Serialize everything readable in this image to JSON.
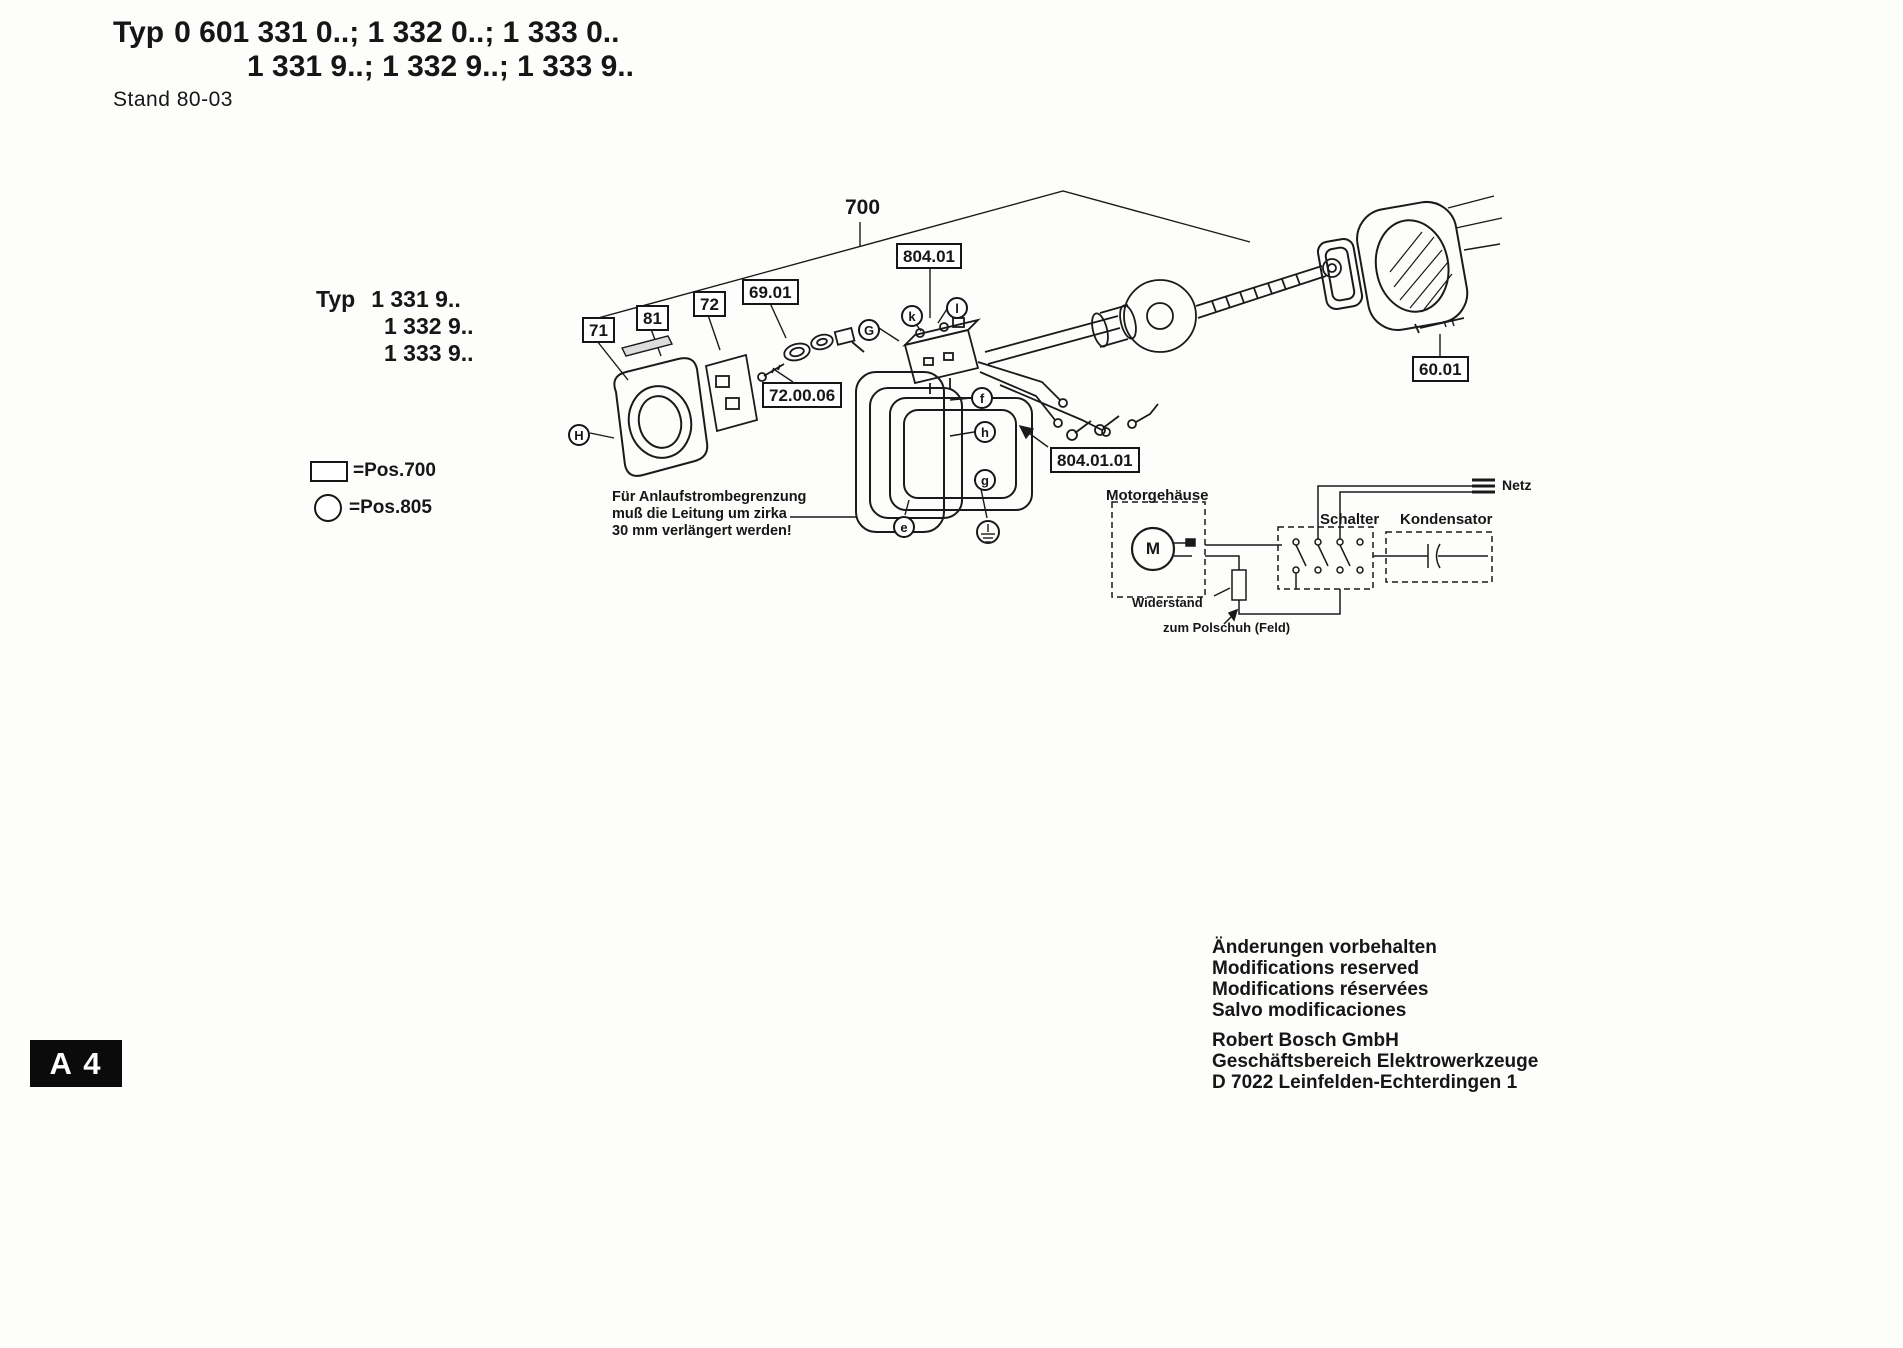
{
  "header": {
    "typ_label": "Typ",
    "line1": "0 601 331 0..;  1 332 0..;  1 333 0..",
    "line2": "1 331 9..;  1 332 9..;  1 333 9..",
    "stand": "Stand 80-03"
  },
  "variant_block": {
    "label": "Typ",
    "lines": [
      "1 331 9..",
      "1 332 9..",
      "1 333 9.."
    ]
  },
  "legend": {
    "rect": "=Pos.700",
    "circle": "=Pos.805"
  },
  "note": [
    "Für Anlaufstrombegrenzung",
    "muß die Leitung um zirka",
    "30 mm verlängert werden!"
  ],
  "callouts": {
    "plain_700": "700",
    "boxed": {
      "b804_01": "804.01",
      "b69_01": "69.01",
      "b72": "72",
      "b81": "81",
      "b71": "71",
      "b72_00_06": "72.00.06",
      "b804_01_01": "804.01.01",
      "b60_01": "60.01"
    },
    "circled": {
      "H": "H",
      "G": "G",
      "k": "k",
      "l": "l",
      "f": "f",
      "h": "h",
      "g": "g",
      "e": "e"
    }
  },
  "schematic": {
    "motor_housing": "Motorgehäuse",
    "net": "Netz",
    "switch": "Schalter",
    "capacitor": "Kondensator",
    "resistor": "Widerstand",
    "pole_shoe": "zum Polschuh (Feld)",
    "motor_symbol": "M"
  },
  "footer": {
    "modifications": [
      "Änderungen vorbehalten",
      "Modifications reserved",
      "Modifications réservées",
      "Salvo modificaciones"
    ],
    "company": [
      "Robert Bosch GmbH",
      "Geschäftsbereich Elektrowerkzeuge",
      "D 7022 Leinfelden-Echterdingen 1"
    ],
    "sheet_label": "A 4"
  }
}
